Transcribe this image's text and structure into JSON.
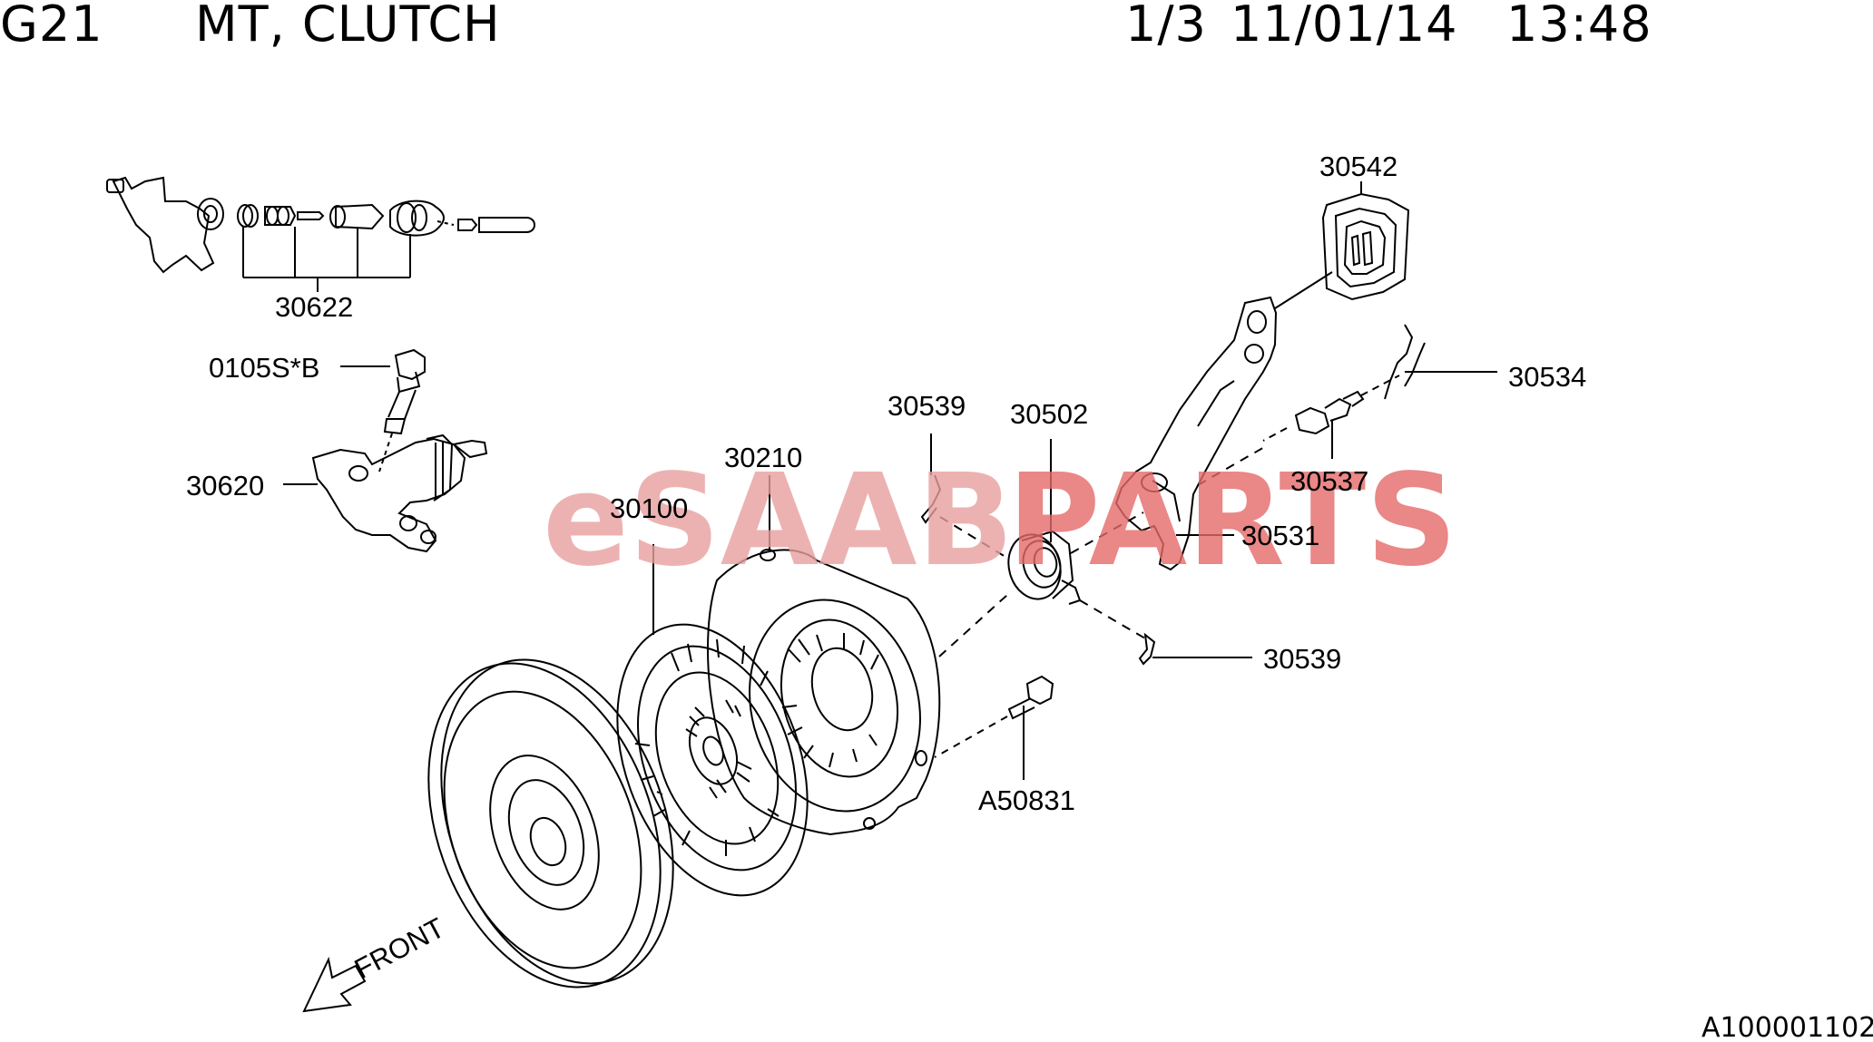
{
  "header": {
    "group": "G21",
    "title": "MT, CLUTCH",
    "page": "1/3",
    "date": "11/01/14",
    "time": "13:48"
  },
  "watermark": {
    "part1": "eSAAB",
    "part2": "PARTS",
    "color1": "#e8a0a0",
    "color2": "#e56a6a"
  },
  "callouts": {
    "c30622": "30622",
    "c0105sb": "0105S*B",
    "c30620": "30620",
    "c30100": "30100",
    "c30210": "30210",
    "c30539a": "30539",
    "c30502": "30502",
    "c30542": "30542",
    "c30534": "30534",
    "c30537": "30537",
    "c30531": "30531",
    "c30539b": "30539",
    "cA50831": "A50831"
  },
  "direction_label": "FRONT",
  "figure_id": "A100001102"
}
